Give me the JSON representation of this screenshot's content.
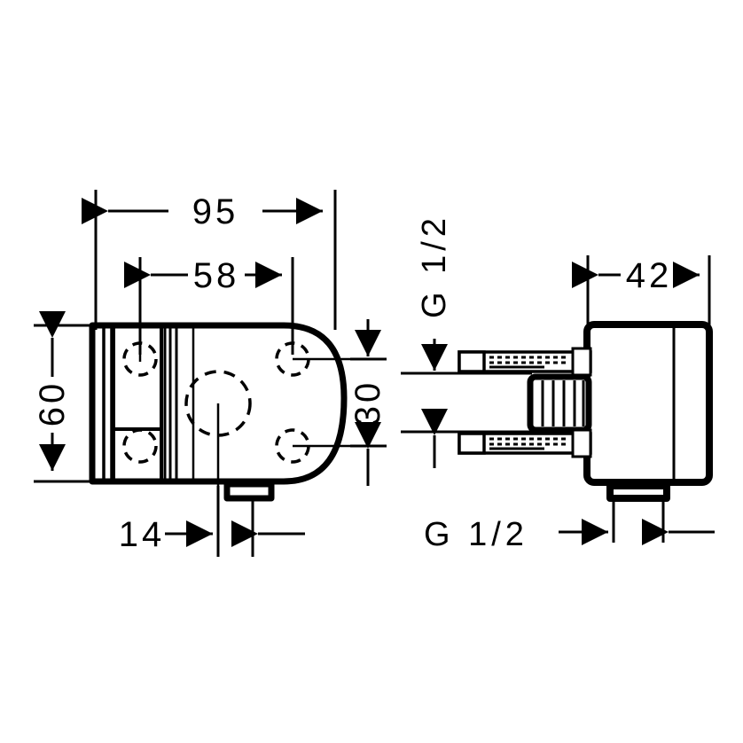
{
  "drawing": {
    "title": "Wall outlet elbow dimension drawing",
    "background_color": "#ffffff",
    "line_color": "#000000",
    "units": "mm",
    "views": [
      {
        "name": "front-view",
        "position": "left"
      },
      {
        "name": "side-view",
        "position": "right"
      }
    ]
  },
  "dimensions": {
    "overall_width": "95",
    "mounting_width": "58",
    "overall_height": "60",
    "hole_spacing_vertical": "30",
    "flange_depth": "14",
    "body_depth": "42"
  },
  "labels": {
    "thread_top": "G 1/2",
    "thread_bottom": "G 1/2"
  },
  "annotations": {
    "dim_95_name": "overall width 95 mm",
    "dim_58_name": "mounting hole span 58 mm",
    "dim_60_name": "overall height 60 mm",
    "dim_30_name": "hole vertical spacing 30 mm",
    "dim_14_name": "flange depth 14 mm",
    "dim_42_name": "body depth 42 mm"
  }
}
